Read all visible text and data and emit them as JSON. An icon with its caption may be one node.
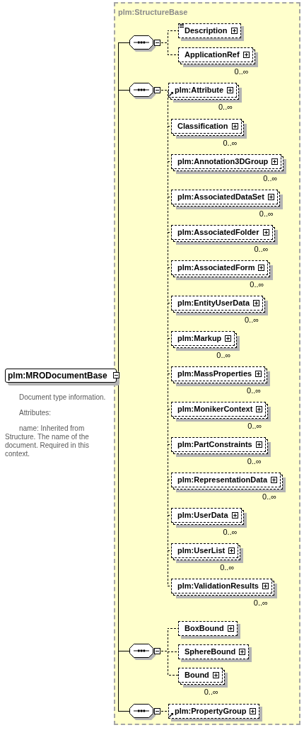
{
  "diagram": {
    "nodes": [
      {
        "text": [
          "plm:MRODocumentBase"
        ],
        "beside": [
          "Document type information.",
          "Attributes:",
          "name: Inherited from Structure. The name of the document. Required in this context."
        ]
      },
      {
        "text": [
          "plm:StructureBase"
        ]
      },
      {
        "text": [],
        "shape": "octagon",
        "in": 1
      },
      {
        "text": [
          "Description"
        ],
        "in": 1
      },
      {
        "text": [
          "ApplicationRef"
        ],
        "in": 1,
        "beside": [
          "0..∞"
        ]
      },
      {
        "text": [],
        "shape": "octagon",
        "in": 1
      },
      {
        "text": [
          "plm:Attribute"
        ],
        "in": 1,
        "beside": [
          "0..∞"
        ]
      },
      {
        "text": [
          "Classification"
        ],
        "in": 1,
        "beside": [
          "0..∞"
        ]
      },
      {
        "text": [
          "plm:Annotation3DGroup"
        ],
        "in": 1,
        "beside": [
          "0..∞"
        ]
      },
      {
        "text": [
          "plm:AssociatedDataSet"
        ],
        "in": 1,
        "beside": [
          "0..∞"
        ]
      },
      {
        "text": [
          "plm:AssociatedFolder"
        ],
        "in": 1,
        "beside": [
          "0..∞"
        ]
      },
      {
        "text": [
          "plm:AssociatedForm"
        ],
        "in": 1,
        "beside": [
          "0..∞"
        ]
      },
      {
        "text": [
          "plm:EntityUserData"
        ],
        "in": 1,
        "beside": [
          "0..∞"
        ]
      },
      {
        "text": [
          "plm:Markup"
        ],
        "in": 1,
        "beside": [
          "0..∞"
        ]
      },
      {
        "text": [
          "plm:MassProperties"
        ],
        "in": 1,
        "beside": [
          "0..∞"
        ]
      },
      {
        "text": [
          "plm:MonikerContext"
        ],
        "in": 1,
        "beside": [
          "0..∞"
        ]
      },
      {
        "text": [
          "plm:PartConstraints"
        ],
        "in": 1,
        "beside": [
          "0..∞"
        ]
      },
      {
        "text": [
          "plm:RepresentationData"
        ],
        "in": 1,
        "beside": [
          "0..∞"
        ]
      },
      {
        "text": [
          "plm:UserData"
        ],
        "in": 1,
        "beside": [
          "0..∞"
        ]
      },
      {
        "text": [
          "plm:UserList"
        ],
        "in": 1,
        "beside": [
          "0..∞"
        ]
      },
      {
        "text": [
          "plm:ValidationResults"
        ],
        "in": 1,
        "beside": [
          "0..∞"
        ]
      },
      {
        "text": [],
        "shape": "octagon",
        "in": 1
      },
      {
        "text": [
          "BoxBound"
        ],
        "in": 1
      },
      {
        "text": [
          "SphereBound"
        ],
        "in": 1
      },
      {
        "text": [
          "Bound"
        ],
        "in": 1,
        "beside": [
          "0..∞"
        ]
      },
      {
        "text": [],
        "shape": "octagon",
        "in": 1
      },
      {
        "text": [
          "plm:PropertyGroup"
        ],
        "in": 1
      }
    ],
    "edges": [
      {
        "from": 0,
        "to": 2,
        "arrow": "none"
      },
      {
        "from": 0,
        "to": 5,
        "arrow": "none"
      },
      {
        "from": 0,
        "to": 21,
        "arrow": "none"
      },
      {
        "from": 0,
        "to": 25,
        "arrow": "none"
      },
      {
        "from": 2,
        "to": 3,
        "arrow": "none",
        "style": "dashed"
      },
      {
        "from": 2,
        "to": 4,
        "arrow": "none",
        "style": "dashed"
      },
      {
        "from": 5,
        "to": 6,
        "arrow": "none",
        "style": "dashed"
      },
      {
        "from": 5,
        "to": 7,
        "arrow": "none",
        "style": "dashed"
      },
      {
        "from": 5,
        "to": 8,
        "arrow": "none",
        "style": "dashed"
      },
      {
        "from": 5,
        "to": 9,
        "arrow": "none",
        "style": "dashed"
      },
      {
        "from": 5,
        "to": 10,
        "arrow": "none",
        "style": "dashed"
      },
      {
        "from": 5,
        "to": 11,
        "arrow": "none",
        "style": "dashed"
      },
      {
        "from": 5,
        "to": 12,
        "arrow": "none",
        "style": "dashed"
      },
      {
        "from": 5,
        "to": 13,
        "arrow": "none",
        "style": "dashed"
      },
      {
        "from": 5,
        "to": 14,
        "arrow": "none",
        "style": "dashed"
      },
      {
        "from": 5,
        "to": 15,
        "arrow": "none",
        "style": "dashed"
      },
      {
        "from": 5,
        "to": 16,
        "arrow": "none",
        "style": "dashed"
      },
      {
        "from": 5,
        "to": 17,
        "arrow": "none",
        "style": "dashed"
      },
      {
        "from": 5,
        "to": 18,
        "arrow": "none",
        "style": "dashed"
      },
      {
        "from": 5,
        "to": 19,
        "arrow": "none",
        "style": "dashed"
      },
      {
        "from": 5,
        "to": 20,
        "arrow": "none",
        "style": "dashed"
      },
      {
        "from": 21,
        "to": 22,
        "arrow": "none",
        "style": "dashed"
      },
      {
        "from": 21,
        "to": 23,
        "arrow": "none",
        "style": "dashed"
      },
      {
        "from": 21,
        "to": 24,
        "arrow": "none",
        "style": "dashed"
      },
      {
        "from": 25,
        "to": 26,
        "arrow": "none",
        "style": "dashed"
      }
    ]
  }
}
